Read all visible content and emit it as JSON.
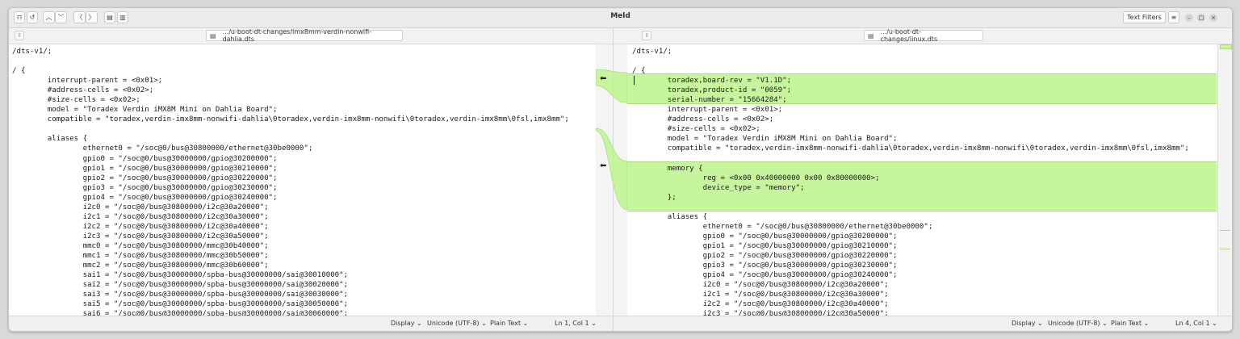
{
  "window": {
    "title": "Meld"
  },
  "toolbar": {
    "text_filters_label": "Text Filters",
    "icons": [
      "file-menu-icon",
      "history-icon",
      "previous-change-icon",
      "next-change-icon",
      "previous-conflict-icon",
      "next-conflict-icon",
      "save-icon",
      "save-all-icon",
      "hamburger-menu-icon",
      "minimize-icon",
      "maximize-icon",
      "close-icon"
    ]
  },
  "left": {
    "file_path": ".../u-boot-dt-changes/imx8mm-verdin-nonwifi-dahlia.dts",
    "lines": [
      "/dts-v1/;",
      "",
      "/ {",
      "\tinterrupt-parent = <0x01>;",
      "\t#address-cells = <0x02>;",
      "\t#size-cells = <0x02>;",
      "\tmodel = \"Toradex Verdin iMX8M Mini on Dahlia Board\";",
      "\tcompatible = \"toradex,verdin-imx8mm-nonwifi-dahlia\\0toradex,verdin-imx8mm-nonwifi\\0toradex,verdin-imx8mm\\0fsl,imx8mm\";",
      "",
      "\taliases {",
      "\t\tethernet0 = \"/soc@0/bus@30800000/ethernet@30be0000\";",
      "\t\tgpio0 = \"/soc@0/bus@30000000/gpio@30200000\";",
      "\t\tgpio1 = \"/soc@0/bus@30000000/gpio@30210000\";",
      "\t\tgpio2 = \"/soc@0/bus@30000000/gpio@30220000\";",
      "\t\tgpio3 = \"/soc@0/bus@30000000/gpio@30230000\";",
      "\t\tgpio4 = \"/soc@0/bus@30000000/gpio@30240000\";",
      "\t\ti2c0 = \"/soc@0/bus@30800000/i2c@30a20000\";",
      "\t\ti2c1 = \"/soc@0/bus@30800000/i2c@30a30000\";",
      "\t\ti2c2 = \"/soc@0/bus@30800000/i2c@30a40000\";",
      "\t\ti2c3 = \"/soc@0/bus@30800000/i2c@30a50000\";",
      "\t\tmmc0 = \"/soc@0/bus@30800000/mmc@30b40000\";",
      "\t\tmmc1 = \"/soc@0/bus@30800000/mmc@30b50000\";",
      "\t\tmmc2 = \"/soc@0/bus@30800000/mmc@30b60000\";",
      "\t\tsai1 = \"/soc@0/bus@30000000/spba-bus@30000000/sai@30010000\";",
      "\t\tsai2 = \"/soc@0/bus@30000000/spba-bus@30000000/sai@30020000\";",
      "\t\tsai3 = \"/soc@0/bus@30000000/spba-bus@30000000/sai@30030000\";",
      "\t\tsai5 = \"/soc@0/bus@30000000/spba-bus@30000000/sai@30050000\";",
      "\t\tsai6 = \"/soc@0/bus@30000000/spba-bus@30000000/sai@30060000\";"
    ],
    "status": {
      "display": "Display ⌄",
      "encoding": "Unicode (UTF-8) ⌄",
      "syntax": "Plain Text ⌄",
      "position": "Ln 1, Col 1 ⌄"
    }
  },
  "right": {
    "file_path": ".../u-boot-dt-changes/linux.dts",
    "lines": [
      "/dts-v1/;",
      "",
      "/ {",
      "\ttoradex,board-rev = \"V1.1D\";",
      "\ttoradex,product-id = \"0059\";",
      "\tserial-number = \"15664284\";",
      "\tinterrupt-parent = <0x01>;",
      "\t#address-cells = <0x02>;",
      "\t#size-cells = <0x02>;",
      "\tmodel = \"Toradex Verdin iMX8M Mini on Dahlia Board\";",
      "\tcompatible = \"toradex,verdin-imx8mm-nonwifi-dahlia\\0toradex,verdin-imx8mm-nonwifi\\0toradex,verdin-imx8mm\\0fsl,imx8mm\";",
      "",
      "\tmemory {",
      "\t\treg = <0x00 0x40000000 0x00 0x80000000>;",
      "\t\tdevice_type = \"memory\";",
      "\t};",
      "",
      "\taliases {",
      "\t\tethernet0 = \"/soc@0/bus@30800000/ethernet@30be0000\";",
      "\t\tgpio0 = \"/soc@0/bus@30000000/gpio@30200000\";",
      "\t\tgpio1 = \"/soc@0/bus@30000000/gpio@30210000\";",
      "\t\tgpio2 = \"/soc@0/bus@30000000/gpio@30220000\";",
      "\t\tgpio3 = \"/soc@0/bus@30000000/gpio@30230000\";",
      "\t\tgpio4 = \"/soc@0/bus@30000000/gpio@30240000\";",
      "\t\ti2c0 = \"/soc@0/bus@30800000/i2c@30a20000\";",
      "\t\ti2c1 = \"/soc@0/bus@30800000/i2c@30a30000\";",
      "\t\ti2c2 = \"/soc@0/bus@30800000/i2c@30a40000\";",
      "\t\ti2c3 = \"/soc@0/bus@30800000/i2c@30a50000\";"
    ],
    "status": {
      "display": "Display ⌄",
      "encoding": "Unicode (UTF-8) ⌄",
      "syntax": "Plain Text ⌄",
      "position": "Ln 4, Col 1 ⌄"
    }
  },
  "colors": {
    "insert_highlight": "#c6f59d",
    "insert_border": "#a8dd78"
  }
}
